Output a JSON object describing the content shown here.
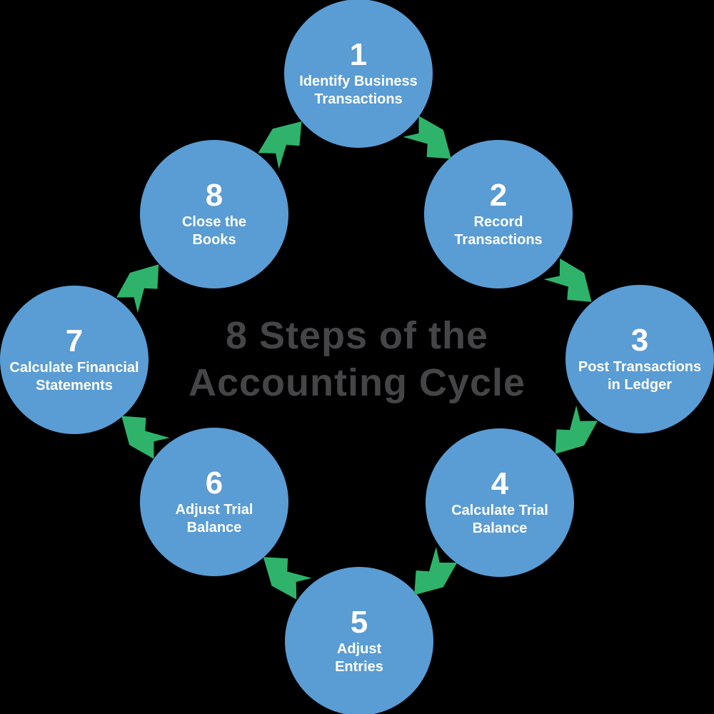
{
  "title": {
    "line1": "8 Steps of the",
    "line2": "Accounting Cycle"
  },
  "steps": [
    {
      "number": "1",
      "label": "Identify Business\nTransactions"
    },
    {
      "number": "2",
      "label": "Record\nTransactions"
    },
    {
      "number": "3",
      "label": "Post Transactions\nin Ledger"
    },
    {
      "number": "4",
      "label": "Calculate Trial\nBalance"
    },
    {
      "number": "5",
      "label": "Adjust\nEntries"
    },
    {
      "number": "6",
      "label": "Adjust Trial\nBalance"
    },
    {
      "number": "7",
      "label": "Calculate Financial\nStatements"
    },
    {
      "number": "8",
      "label": "Close the\nBooks"
    }
  ],
  "colors": {
    "background": "#000000",
    "circle": "#5A9CD4",
    "arrow": "#2FB36B",
    "title": "#454548",
    "step_text": "#FFFFFF"
  }
}
